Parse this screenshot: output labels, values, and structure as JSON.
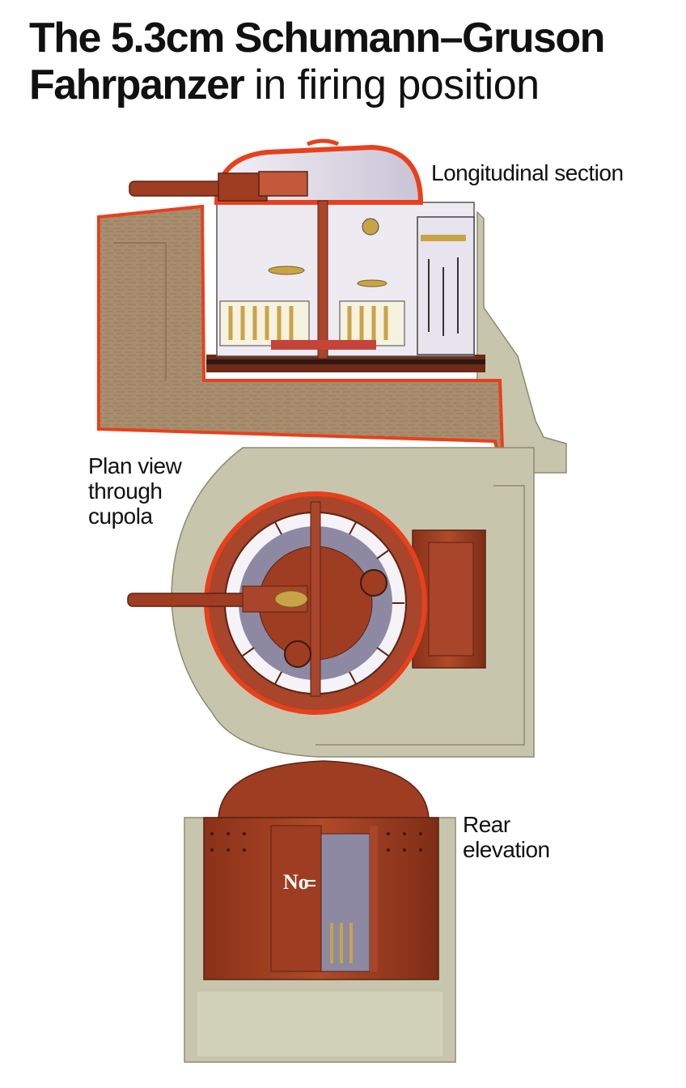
{
  "title": {
    "bold": "The 5.3cm Schumann–Gruson\nFahrpanzer",
    "light": "in firing position"
  },
  "labels": {
    "longitudinal": "Longitudinal section",
    "plan": "Plan view\nthrough\ncupola",
    "rear": "Rear\nelevation"
  },
  "plate_mark": "No",
  "colors": {
    "armour": "#9e3d22",
    "armour_dark": "#6e2a16",
    "highlight": "#e8401c",
    "concrete": "#c7c6ad",
    "earth": "#a88e6f",
    "interior": "#eeeaf2",
    "interior_shadow": "#8e89a3",
    "brass": "#c9a447"
  }
}
